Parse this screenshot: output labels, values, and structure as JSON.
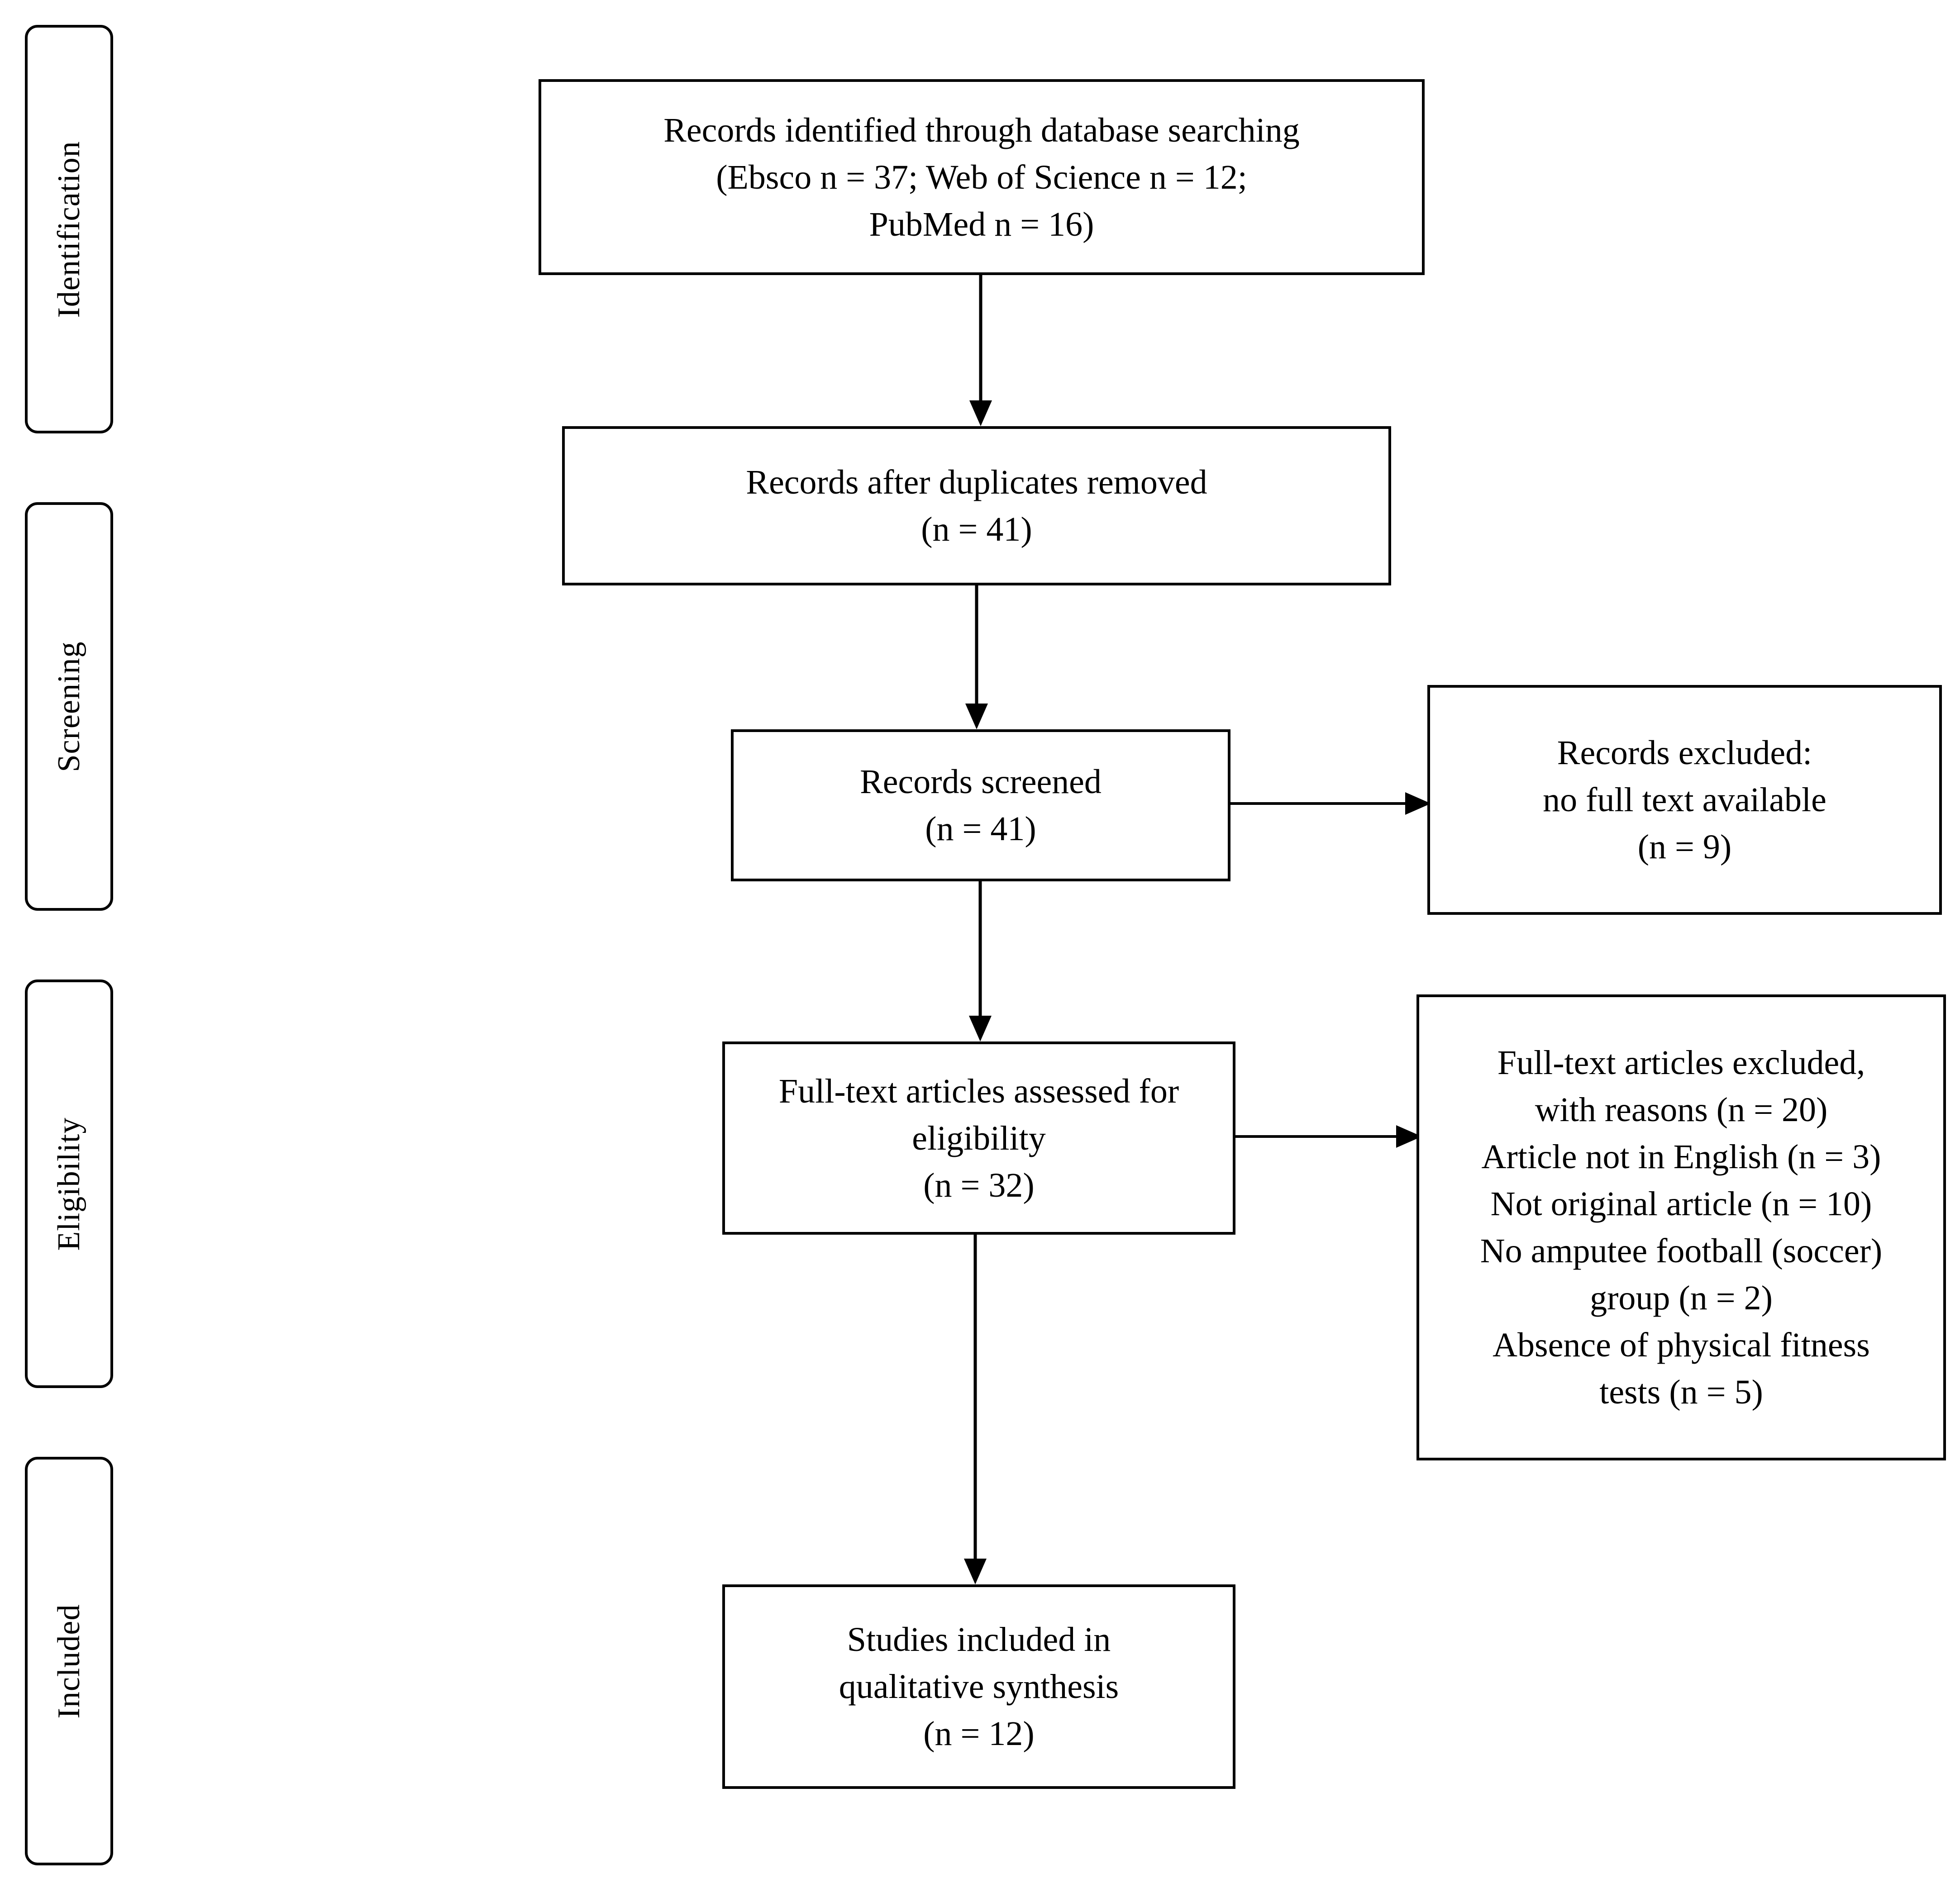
{
  "phases": {
    "identification": "Identification",
    "screening": "Screening",
    "eligibility": "Eligibility",
    "included": "Included"
  },
  "boxes": {
    "identified": {
      "line1": "Records identified through database searching",
      "line2": "(Ebsco n = 37; Web of Science n = 12;",
      "line3": "PubMed n = 16)"
    },
    "after_duplicates": {
      "line1": "Records after duplicates removed",
      "line2": "(n = 41)"
    },
    "screened": {
      "line1": "Records screened",
      "line2": "(n = 41)"
    },
    "excluded_records": {
      "line1": "Records excluded:",
      "line2": "no full text available",
      "line3": "(n = 9)"
    },
    "fulltext_assessed": {
      "line1": "Full-text articles assessed for",
      "line2": "eligibility",
      "line3": "(n = 32)"
    },
    "fulltext_excluded": {
      "line1": "Full-text articles excluded,",
      "line2": "with reasons (n = 20)",
      "line3": "Article not in English  (n = 3)",
      "line4": "Not original article (n = 10)",
      "line5": "No amputee football (soccer)",
      "line6": "group (n = 2)",
      "line7": "Absence of physical fitness",
      "line8": "tests (n = 5)"
    },
    "included": {
      "line1": "Studies included in",
      "line2": "qualitative synthesis",
      "line3": "(n = 12)"
    }
  }
}
